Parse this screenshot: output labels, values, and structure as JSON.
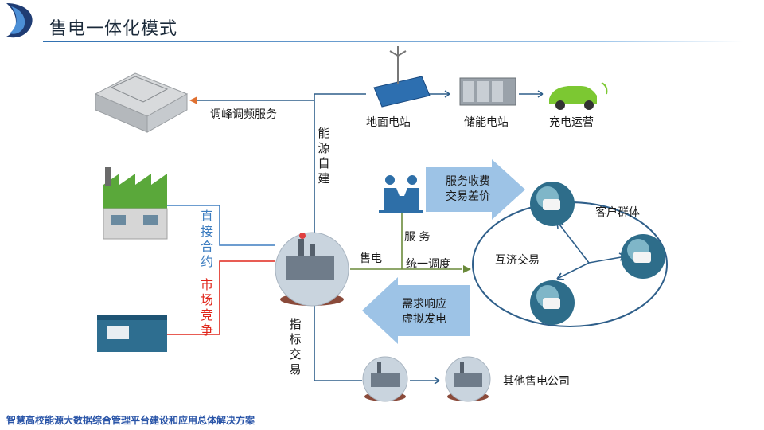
{
  "header": {
    "title": "售电一体化模式"
  },
  "nodes": {
    "peak_service": "调峰调频服务",
    "energy_self_build": "能源自建",
    "ground_station": "地面电站",
    "storage_station": "储能电站",
    "charging": "充电运营",
    "service_fee": [
      "服务收费",
      "交易差价"
    ],
    "customer_group": "客户群体",
    "service": "服 务",
    "sell_power": "售电",
    "unified_dispatch": "统一调度",
    "mutual_trade": "互济交易",
    "direct_contract": "直接合约",
    "market_compete": "市场竞争",
    "indicator_trade": "指标交易",
    "demand_response": [
      "需求响应",
      "虚拟发电"
    ],
    "other_companies": "其他售电公司"
  },
  "footer": {
    "text": "智慧高校能源大数据综合管理平台建设和应用总体解决方案"
  },
  "colors": {
    "accent_blue": "#3d7dc0",
    "accent_red": "#e0261b",
    "line_blue": "#2f5f8a",
    "arrow_fill": "#9dc3e6",
    "line_green": "#6a8a3a"
  }
}
